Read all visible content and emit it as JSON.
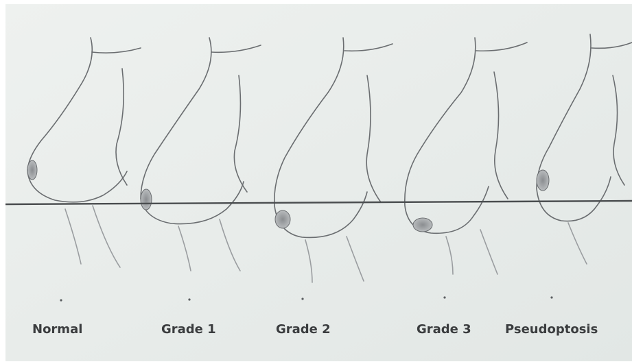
{
  "figure": {
    "background": "#e8ecea",
    "line_color": "#4a4d4f",
    "ink_color": "#5a5d60",
    "stages": [
      {
        "label": "Normal"
      },
      {
        "label": "Grade 1"
      },
      {
        "label": "Grade 2"
      },
      {
        "label": "Grade 3"
      },
      {
        "label": "Pseudoptosis"
      }
    ]
  }
}
